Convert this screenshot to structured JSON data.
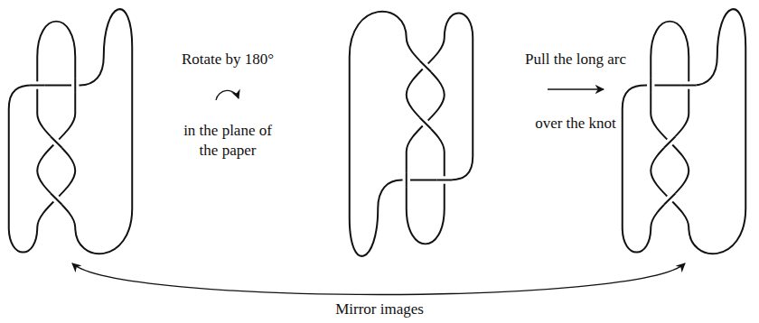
{
  "diagram": {
    "labels": [
      "Rotate by 180°",
      "in the plane of the paper",
      "Pull the long arc",
      "over the knot",
      "Mirror images"
    ]
  }
}
